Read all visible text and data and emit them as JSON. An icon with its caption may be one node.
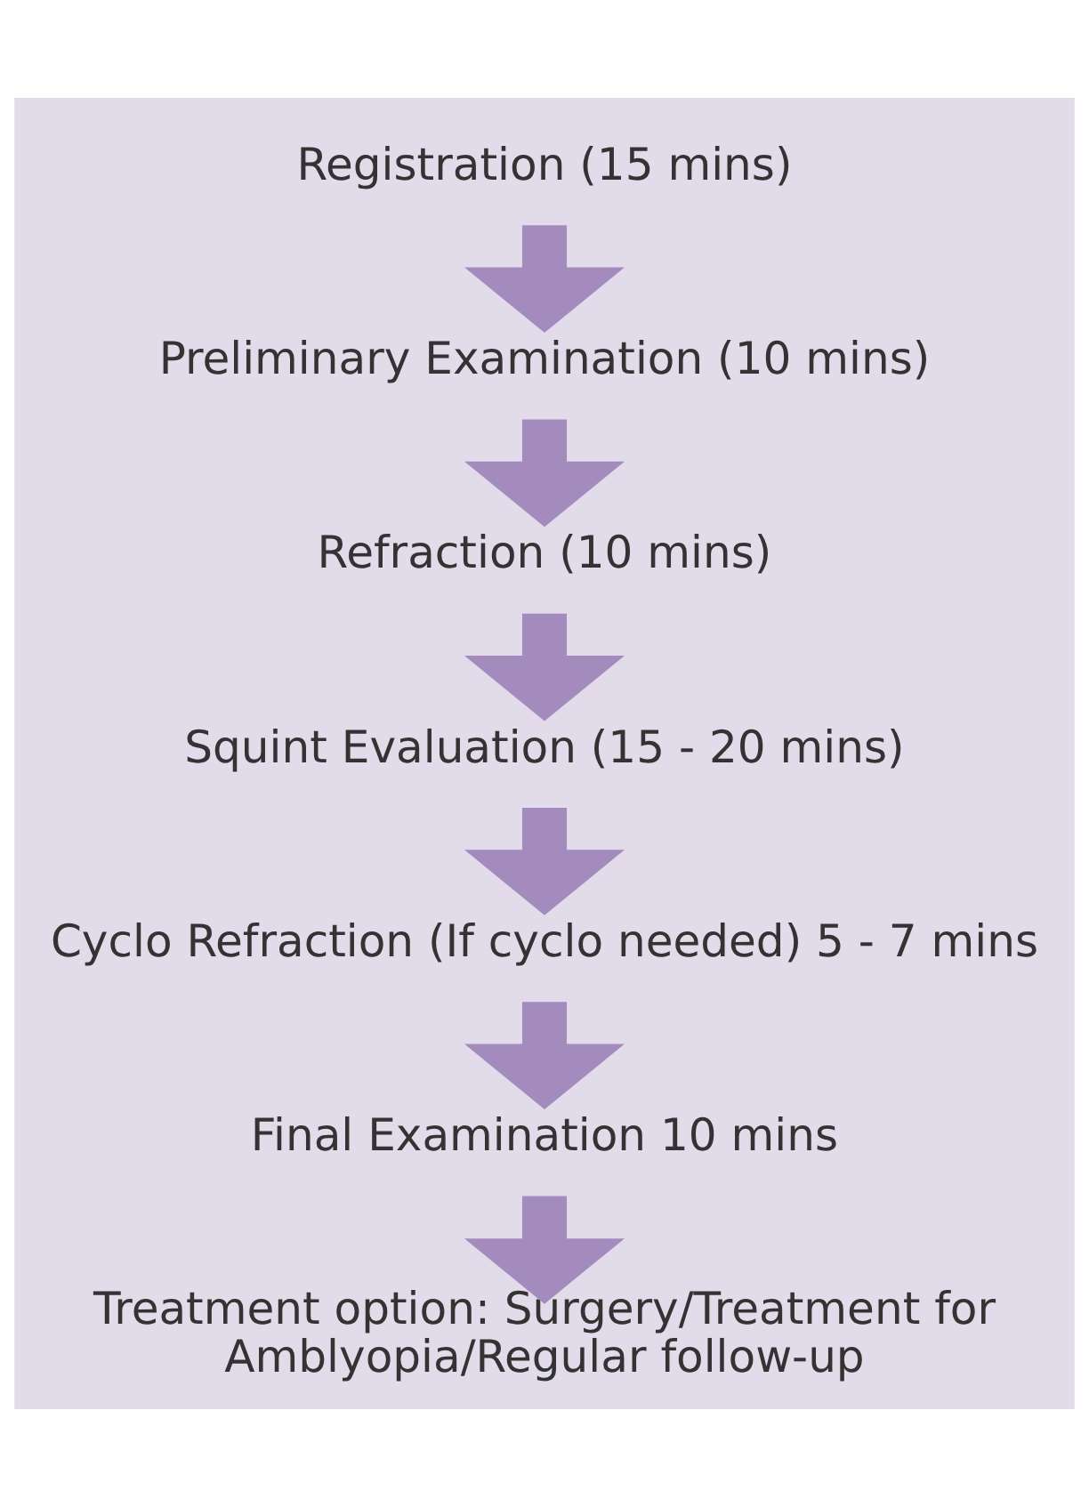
{
  "diagram": {
    "nodes": [
      {
        "text": [
          "Registration (15 mins)"
        ]
      },
      {
        "text": [
          "Preliminary Examination (10 mins)"
        ]
      },
      {
        "text": [
          "Refraction (10 mins)"
        ]
      },
      {
        "text": [
          "Squint Evaluation (15 - 20 mins)"
        ]
      },
      {
        "text": [
          "Cyclo Refraction (If cyclo needed) 5 - 7 mins"
        ]
      },
      {
        "text": [
          "Final Examination 10 mins"
        ]
      },
      {
        "text": [
          "Treatment option: Surgery/Treatment for Amblyopia/Regular follow-up"
        ]
      }
    ],
    "edges": [
      {
        "from": 0,
        "to": 1,
        "arrow": "to"
      },
      {
        "from": 1,
        "to": 2,
        "arrow": "to"
      },
      {
        "from": 2,
        "to": 3,
        "arrow": "to"
      },
      {
        "from": 3,
        "to": 4,
        "arrow": "to"
      },
      {
        "from": 4,
        "to": 5,
        "arrow": "to"
      },
      {
        "from": 5,
        "to": 6,
        "arrow": "to"
      }
    ]
  }
}
